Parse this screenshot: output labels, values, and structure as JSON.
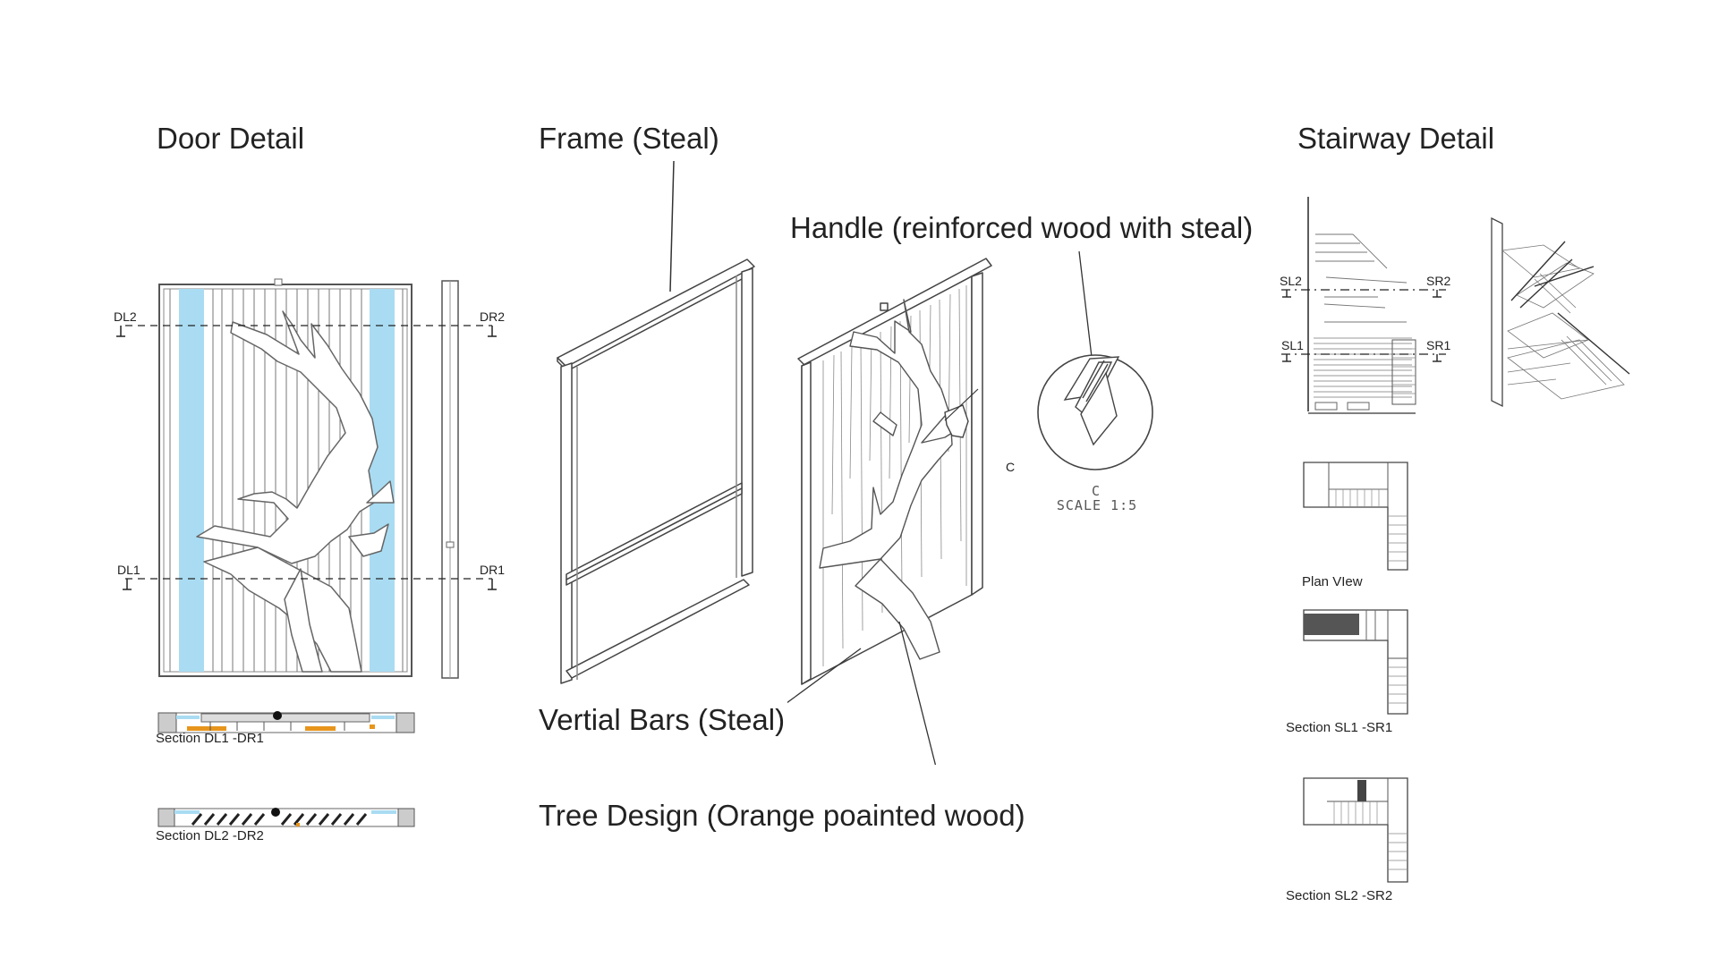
{
  "titles": {
    "door_detail": "Door Detail",
    "stairway_detail": "Stairway Detail"
  },
  "callouts": {
    "frame": "Frame (Steal)",
    "handle": "Handle (reinforced wood with steal)",
    "vertical_bars": "Vertial Bars (Steal)",
    "tree_design": "Tree Design (Orange poainted wood)"
  },
  "door_markers": {
    "dl2": "DL2",
    "dr2": "DR2",
    "dl1": "DL1",
    "dr1": "DR1"
  },
  "door_sections": {
    "section1": "Section DL1 -DR1",
    "section2": "Section DL2 -DR2"
  },
  "handle_detail": {
    "marker": "C",
    "ref": "C",
    "scale": "SCALE 1:5"
  },
  "stair_markers": {
    "sl2": "SL2",
    "sr2": "SR2",
    "sl1": "SL1",
    "sr1": "SR1"
  },
  "stair_views": {
    "plan": "Plan VIew",
    "section1": "Section SL1 -SR1",
    "section2": "Section SL2 -SR2"
  },
  "colors": {
    "glass_blue": "#a9dcf2",
    "wood_orange": "#e8951c",
    "line": "#333333"
  }
}
